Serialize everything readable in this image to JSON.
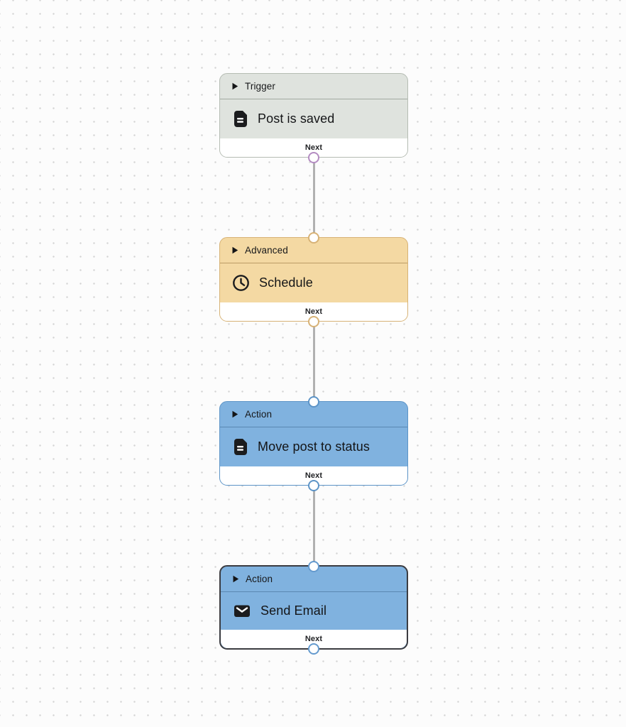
{
  "canvas": {
    "background_color": "#fcfcfc",
    "dot_color": "#d4d4d4",
    "edge_color": "#b1b1b1"
  },
  "nodes": [
    {
      "category": "Trigger",
      "title": "Post is saved",
      "icon": "document-icon",
      "footer_label": "Next",
      "has_input_port": false,
      "has_output_port": true,
      "selected": false,
      "colors": {
        "fill": "#dfe3de",
        "border": "#b5bcb3",
        "separator": "#a2a9a0",
        "port": "#b48cc2"
      }
    },
    {
      "category": "Advanced",
      "title": "Schedule",
      "icon": "clock-icon",
      "footer_label": "Next",
      "has_input_port": true,
      "has_output_port": true,
      "selected": false,
      "colors": {
        "fill": "#f4d9a3",
        "border": "#d7b276",
        "separator": "#bb9c66",
        "port": "#d7b276"
      }
    },
    {
      "category": "Action",
      "title": "Move post to status",
      "icon": "document-icon",
      "footer_label": "Next",
      "has_input_port": true,
      "has_output_port": true,
      "selected": false,
      "colors": {
        "fill": "#80b2df",
        "border": "#5d94c7",
        "separator": "#5a87b2",
        "port": "#5d94c7"
      }
    },
    {
      "category": "Action",
      "title": "Send Email",
      "icon": "envelope-icon",
      "footer_label": "Next",
      "has_input_port": true,
      "has_output_port": true,
      "selected": true,
      "colors": {
        "fill": "#80b2df",
        "border": "#3b3c41",
        "separator": "#5a87b2",
        "port": "#649ace"
      }
    }
  ]
}
